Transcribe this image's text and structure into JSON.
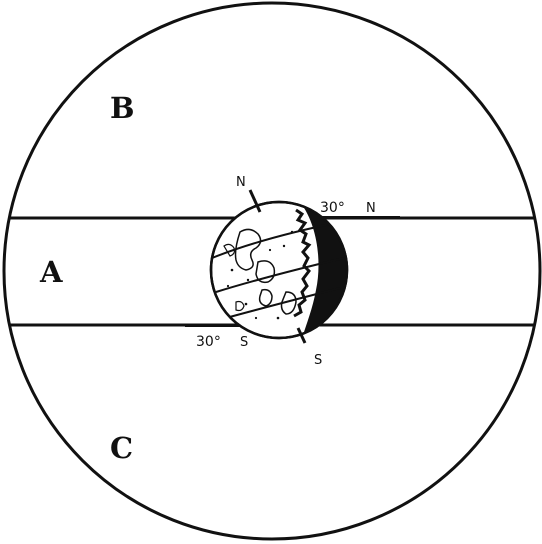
{
  "diagram": {
    "regions": {
      "top": "B",
      "middle": "A",
      "bottom": "C"
    },
    "earth": {
      "north_label": "N",
      "south_label": "S",
      "axis_tilt_degrees": 23.5
    },
    "latitude_markers": {
      "upper": "30°",
      "upper_dir": "N",
      "lower": "30°",
      "lower_dir": "S"
    }
  }
}
